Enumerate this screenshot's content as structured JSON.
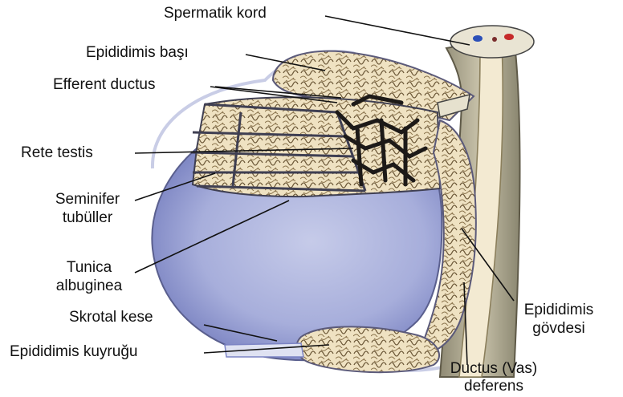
{
  "labels": {
    "spermatic_cord": "Spermatik kord",
    "epididymis_head": "Epididimis başı",
    "efferent_ductus": "Efferent ductus",
    "rete_testis": "Rete testis",
    "seminiferous_1": "Seminifer",
    "seminiferous_2": "tubüller",
    "tunica_1": "Tunica",
    "tunica_2": "albuginea",
    "scrotal_sac": "Skrotal kese",
    "epididymis_tail": "Epididimis kuyruğu",
    "epididymis_body_1": "Epididimis",
    "epididymis_body_2": "gövdesi",
    "ductus_1": "Ductus (Vas)",
    "ductus_2": "deferens"
  },
  "colors": {
    "testis_fill": "#a7aedb",
    "testis_shadow": "#7c84c4",
    "tubule_fill": "#efe2c2",
    "tubule_line": "#6e5a3a",
    "septa": "#4a4a56",
    "rete": "#1d1a18",
    "cord_fill": "#b7b29c",
    "vas_fill": "#f3ead2",
    "leader_line": "#111111"
  }
}
